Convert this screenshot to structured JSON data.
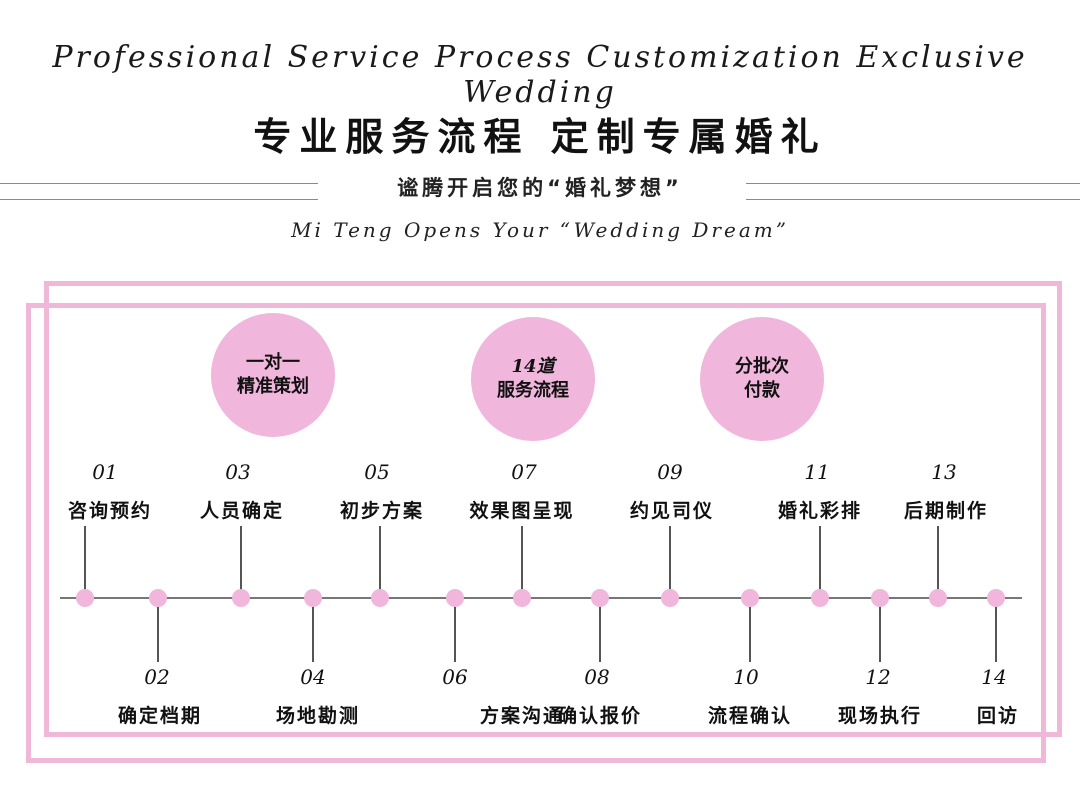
{
  "header": {
    "en_title": "Professional Service Process Customization Exclusive Wedding",
    "cn_title": "专业服务流程 定制专属婚礼",
    "cn_subtitle": "谧腾开启您的“婚礼梦想”",
    "en_subtitle": "Mi Teng Opens Your “Wedding Dream”"
  },
  "highlights": [
    {
      "line1": "一对一",
      "line2": "精准策划"
    },
    {
      "line1": "14道",
      "line2": "服务流程"
    },
    {
      "line1": "分批次",
      "line2": "付款"
    }
  ],
  "steps": [
    {
      "num": "01",
      "label": "咨询预约",
      "position": "top"
    },
    {
      "num": "02",
      "label": "确定档期",
      "position": "bottom"
    },
    {
      "num": "03",
      "label": "人员确定",
      "position": "top"
    },
    {
      "num": "04",
      "label": "场地勘测",
      "position": "bottom"
    },
    {
      "num": "05",
      "label": "初步方案",
      "position": "top"
    },
    {
      "num": "06",
      "label": "方案沟通",
      "position": "bottom"
    },
    {
      "num": "07",
      "label": "效果图呈现",
      "position": "top"
    },
    {
      "num": "08",
      "label": "确认报价",
      "position": "bottom"
    },
    {
      "num": "09",
      "label": "约见司仪",
      "position": "top"
    },
    {
      "num": "10",
      "label": "流程确认",
      "position": "bottom"
    },
    {
      "num": "11",
      "label": "婚礼彩排",
      "position": "top"
    },
    {
      "num": "12",
      "label": "现场执行",
      "position": "bottom"
    },
    {
      "num": "13",
      "label": "后期制作",
      "position": "top"
    },
    {
      "num": "14",
      "label": "回访",
      "position": "bottom"
    }
  ],
  "colors": {
    "frame": "#efb8d9",
    "circle": "#f0b6dc",
    "dot": "#f0b6dc"
  }
}
